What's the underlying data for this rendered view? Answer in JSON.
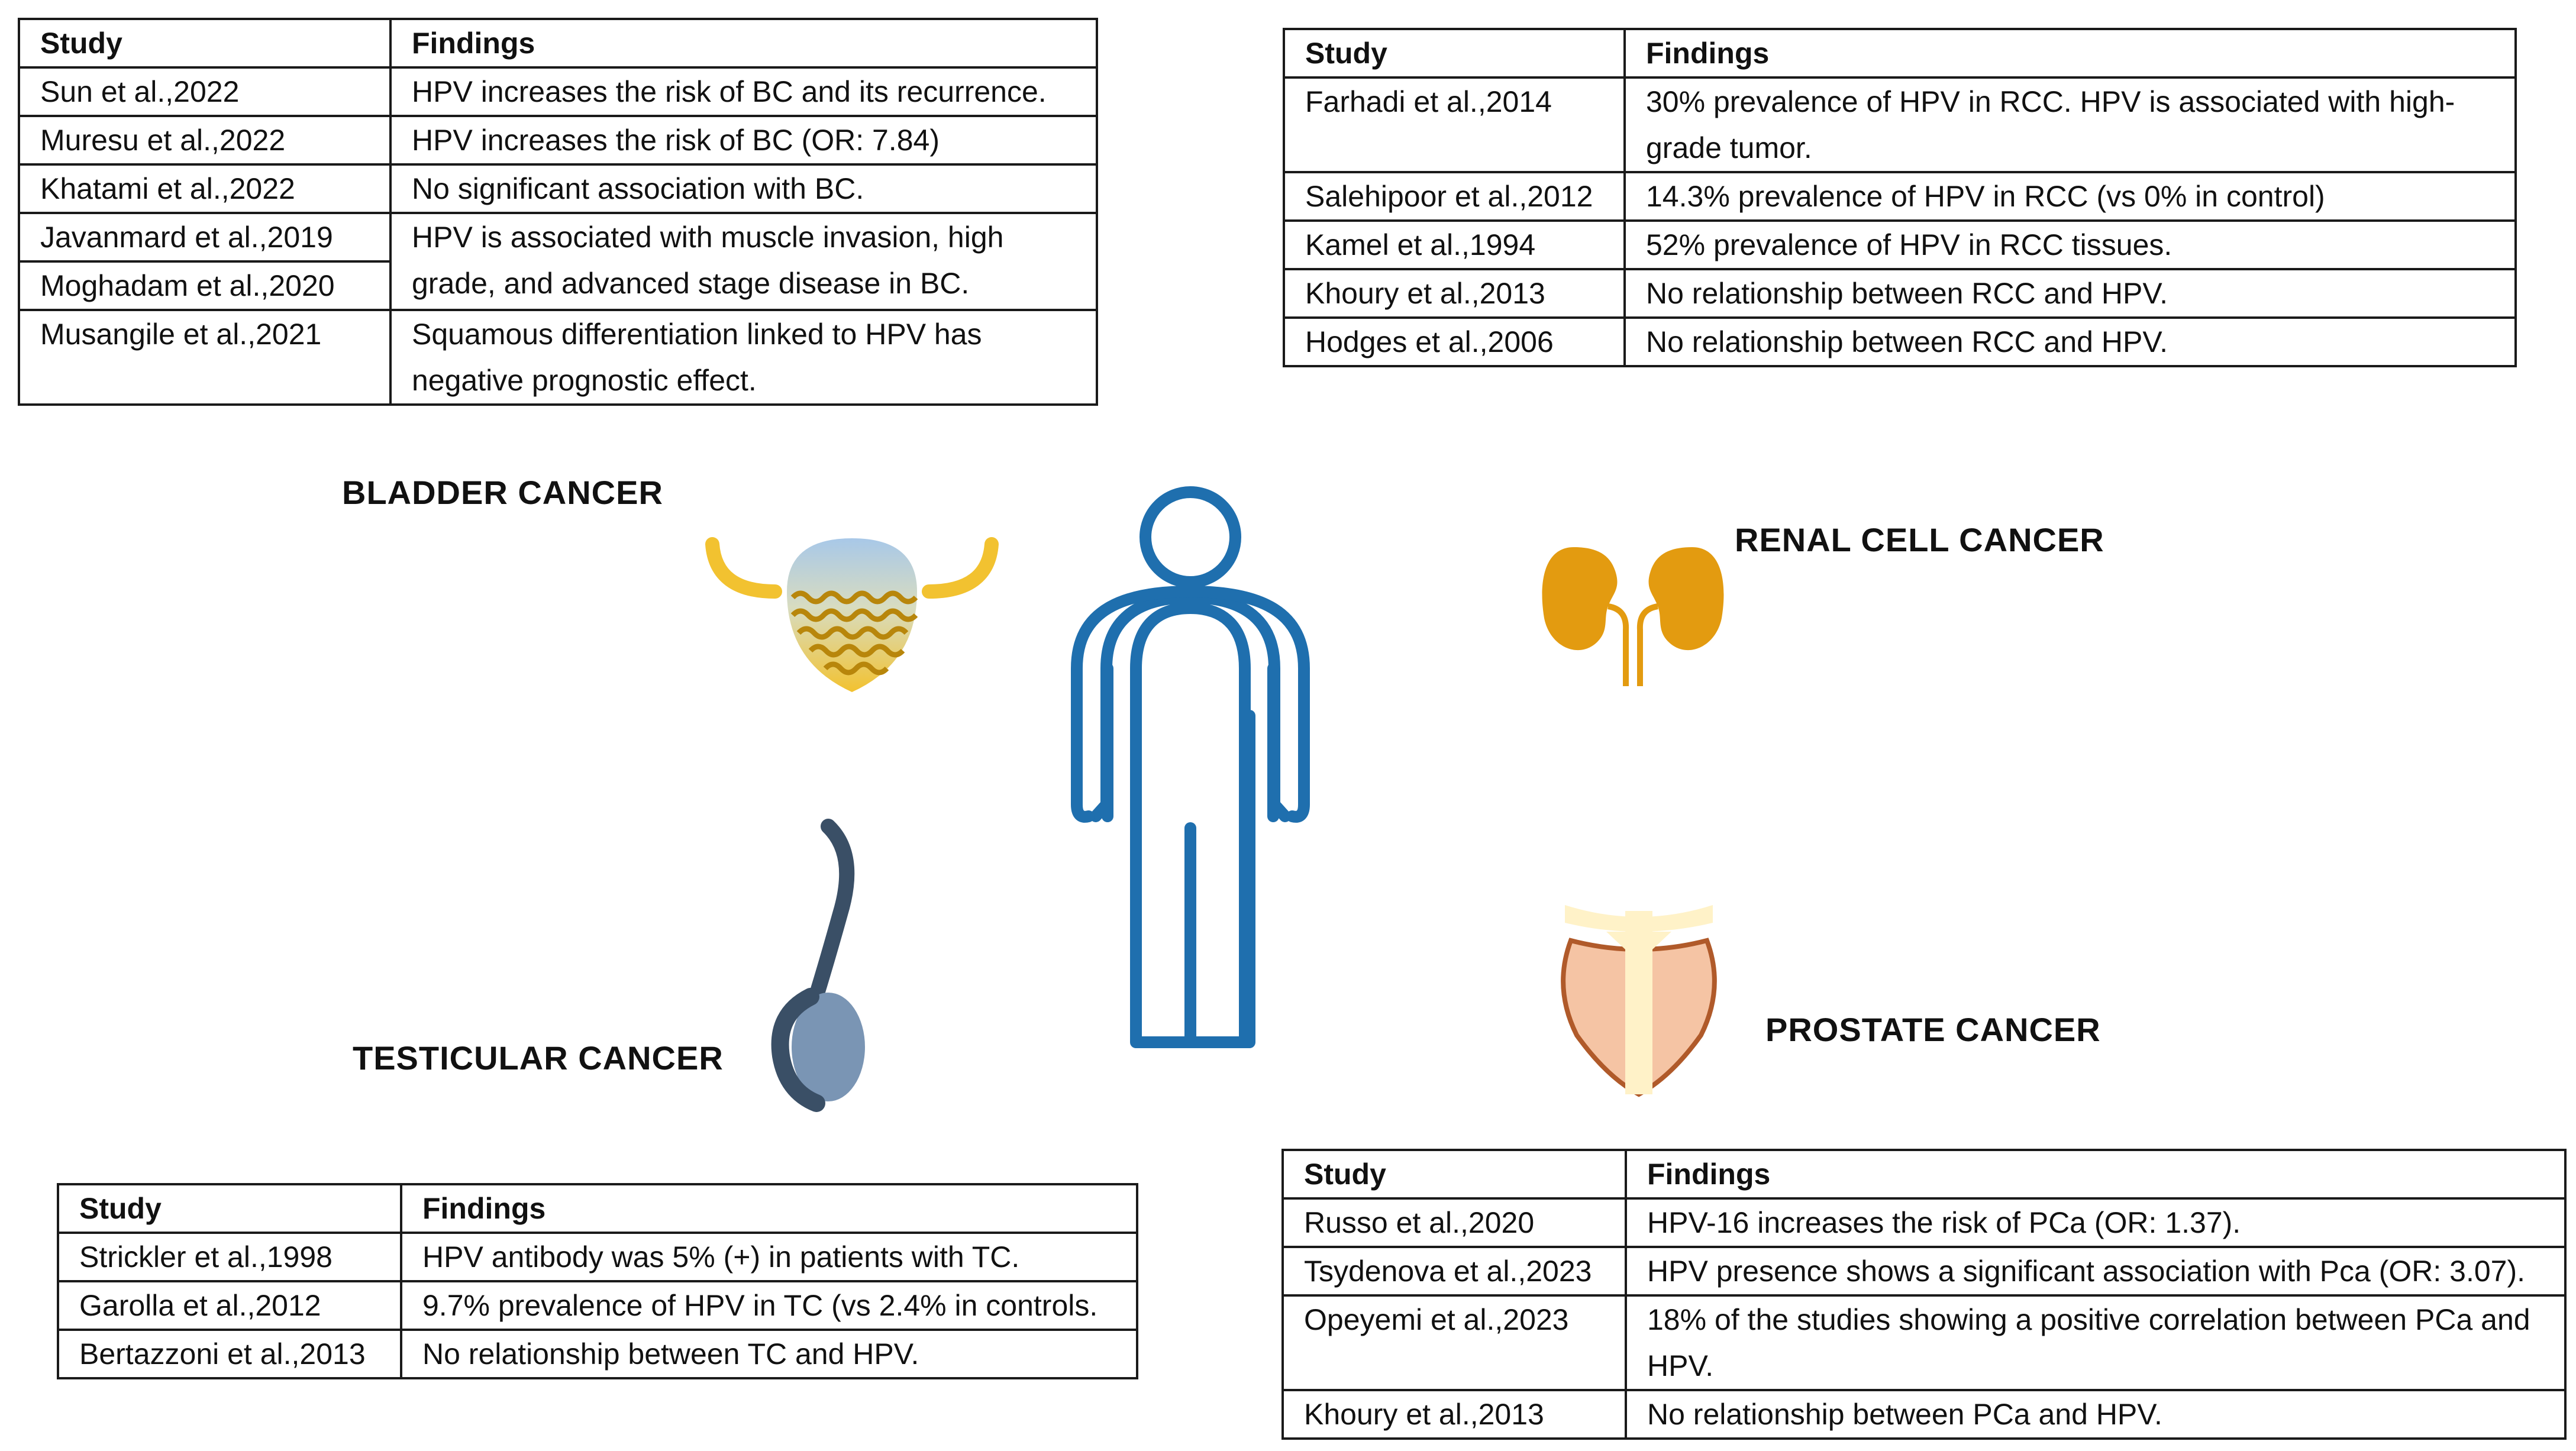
{
  "colors": {
    "body_outline": "#1f6fae",
    "bladder_top": "#a8c8e8",
    "bladder_bottom": "#f2c230",
    "bladder_horns": "#f2c230",
    "bladder_waves": "#b8860b",
    "kidney": "#e39b10",
    "testis_dark": "#3a4f66",
    "testis_light": "#7a95b4",
    "prostate_fill": "#f5c4a4",
    "prostate_outline": "#b05a2a",
    "urethra": "#fff2c8"
  },
  "icons": {
    "human": "person-outline-icon",
    "bladder": "bladder-icon",
    "kidney": "kidneys-icon",
    "testis": "testis-icon",
    "prostate": "prostate-icon"
  },
  "bladder": {
    "label": "BLADDER CANCER",
    "header": {
      "study": "Study",
      "findings": "Findings"
    },
    "rows": [
      {
        "study": "Sun et al.,2022",
        "findings": "HPV increases the risk of BC and its recurrence."
      },
      {
        "study": "Muresu et al.,2022",
        "findings": "HPV increases the risk of BC (OR: 7.84)"
      },
      {
        "study": "Khatami et al.,2022",
        "findings": "No significant association with BC."
      },
      {
        "study": "Javanmard et al.,2019",
        "findings": "HPV is associated with muscle invasion, high grade, and advanced stage disease in BC."
      },
      {
        "study": "Moghadam et al.,2020"
      },
      {
        "study": "Musangile et al.,2021",
        "findings": "Squamous differentiation linked to HPV has negative prognostic effect."
      }
    ]
  },
  "renal": {
    "label": "RENAL CELL CANCER",
    "header": {
      "study": "Study",
      "findings": "Findings"
    },
    "rows": [
      {
        "study": "Farhadi et al.,2014",
        "findings": "30% prevalence of HPV in RCC. HPV is associated with high-grade tumor."
      },
      {
        "study": "Salehipoor et al.,2012",
        "findings": "14.3% prevalence of HPV in RCC (vs 0% in control)"
      },
      {
        "study": "Kamel et al.,1994",
        "findings": "52% prevalence of HPV in RCC tissues."
      },
      {
        "study": "Khoury et al.,2013",
        "findings": "No relationship between RCC and HPV."
      },
      {
        "study": "Hodges et al.,2006",
        "findings": "No relationship between RCC and HPV."
      }
    ]
  },
  "testicular": {
    "label": "TESTICULAR CANCER",
    "header": {
      "study": "Study",
      "findings": "Findings"
    },
    "rows": [
      {
        "study": "Strickler et al.,1998",
        "findings": "HPV antibody was 5% (+) in patients with TC."
      },
      {
        "study": "Garolla et al.,2012",
        "findings": "9.7% prevalence of HPV in TC (vs 2.4% in controls."
      },
      {
        "study": "Bertazzoni et al.,2013",
        "findings": "No relationship between TC and HPV."
      }
    ]
  },
  "prostate": {
    "label": "PROSTATE CANCER",
    "header": {
      "study": "Study",
      "findings": "Findings"
    },
    "rows": [
      {
        "study": "Russo et al.,2020",
        "findings": "HPV-16 increases the risk of PCa (OR: 1.37)."
      },
      {
        "study": "Tsydenova et al.,2023",
        "findings": "HPV presence shows a significant association with Pca (OR: 3.07)."
      },
      {
        "study": "Opeyemi et al.,2023",
        "findings": "18% of the studies showing a positive correlation between PCa and HPV."
      },
      {
        "study": "Khoury et al.,2013",
        "findings": "No relationship between PCa and HPV."
      }
    ]
  }
}
